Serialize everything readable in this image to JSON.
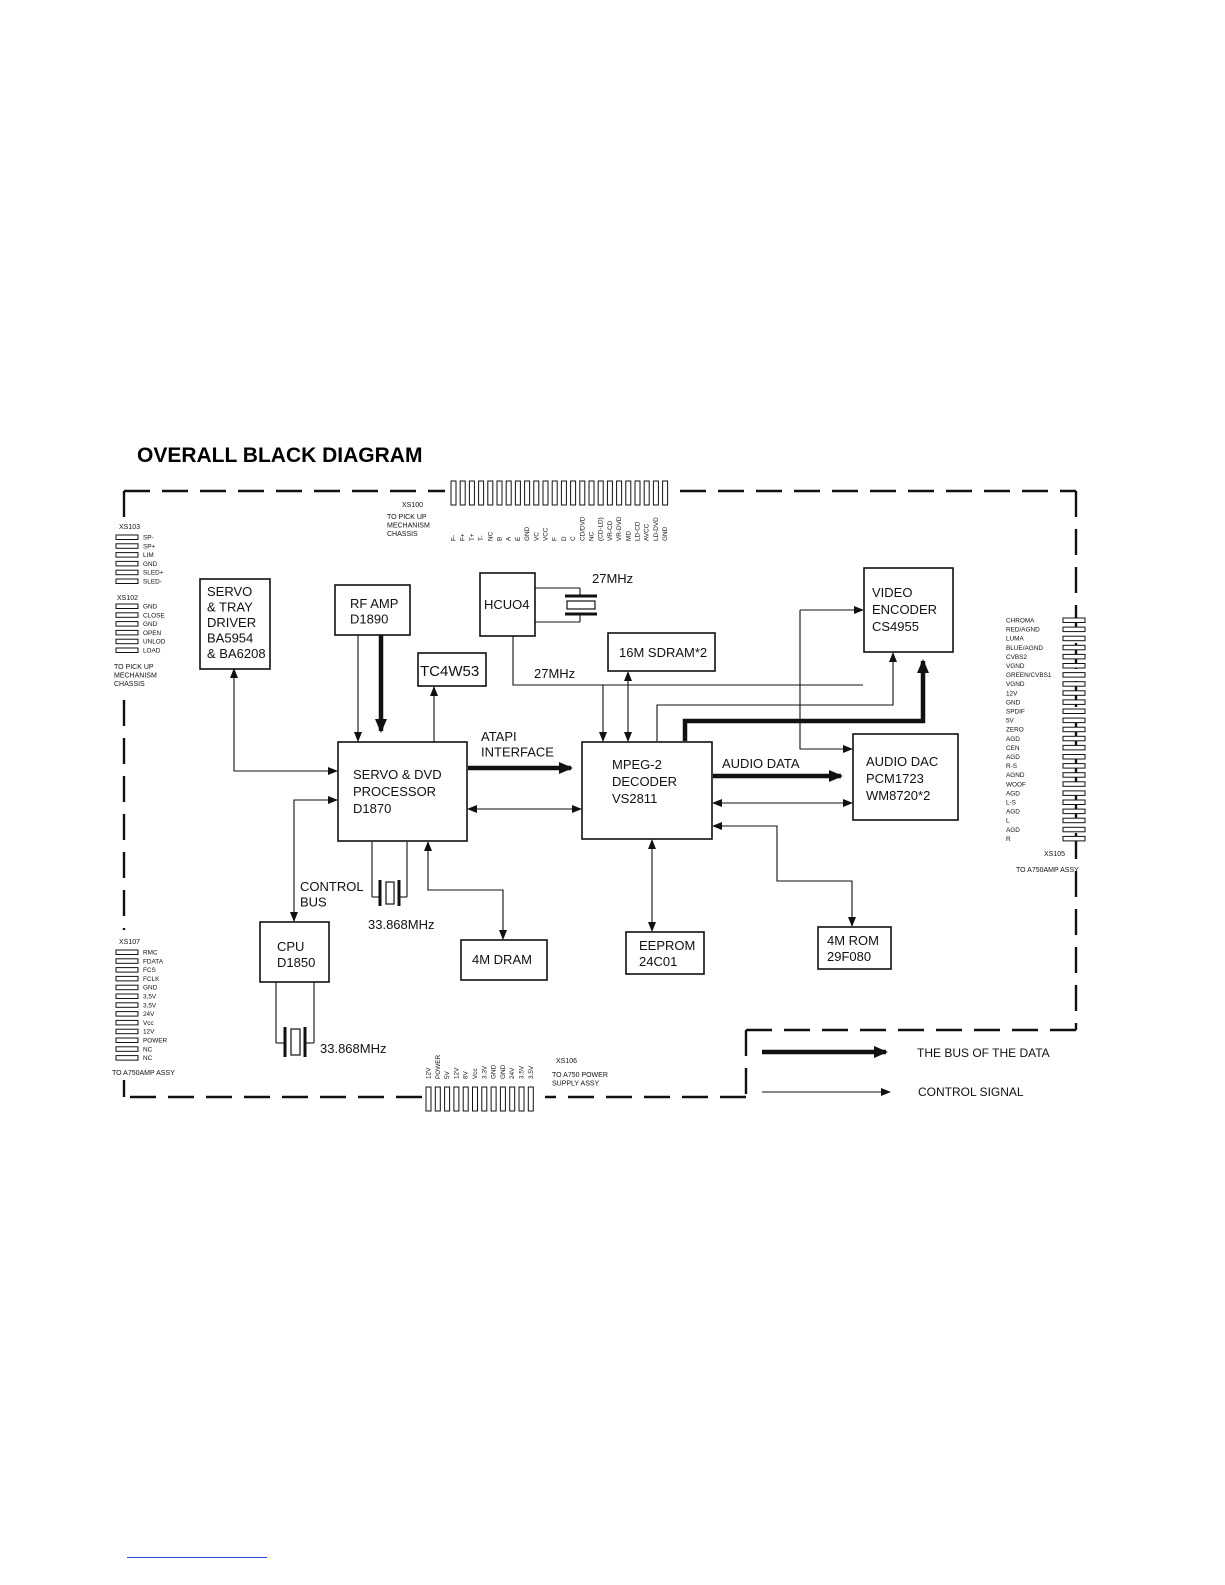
{
  "title": "OVERALL BLACK DIAGRAM",
  "blocks": {
    "servo_driver": [
      "SERVO",
      "& TRAY",
      "DRIVER",
      "BA5954",
      "& BA6208"
    ],
    "rf_amp": [
      "RF AMP",
      "D1890"
    ],
    "hcuo4": [
      "HCUO4"
    ],
    "tc4w53": [
      "TC4W53"
    ],
    "video_encoder": [
      "VIDEO",
      "ENCODER",
      "CS4955"
    ],
    "sdram": [
      "16M SDRAM*2"
    ],
    "servo_dvd": [
      "SERVO & DVD",
      "PROCESSOR",
      "D1870"
    ],
    "mpeg2": [
      "MPEG-2",
      "DECODER",
      "",
      "VS2811"
    ],
    "audio_dac": [
      "AUDIO DAC",
      "PCM1723",
      "WM8720*2"
    ],
    "cpu": [
      "CPU",
      "D1850"
    ],
    "dram": [
      "4M DRAM"
    ],
    "eeprom": [
      "EEPROM",
      "24C01"
    ],
    "rom": [
      "4M ROM",
      "29F080"
    ]
  },
  "labels": {
    "clk_27_top": "27MHz",
    "clk_27_line": "27MHz",
    "atapi": [
      "ATAPI",
      "INTERFACE"
    ],
    "audio_data": "AUDIO DATA",
    "control_bus": [
      "CONTROL",
      "BUS"
    ],
    "xtal_servo": "33.868MHz",
    "xtal_cpu": "33.868MHz"
  },
  "connectors": {
    "xs100": {
      "name": "XS100",
      "note": [
        "TO PICK UP",
        "MECHANISM",
        "CHASSIS"
      ],
      "pins": [
        "F-",
        "F+",
        "T+",
        "T-",
        "NC",
        "B",
        "A",
        "E",
        "GND",
        "VC",
        "VCC",
        "F",
        "D",
        "C",
        "CD/DVD",
        "NC",
        "(CD-LD)",
        "VR-CD",
        "VR-DVD",
        "MD",
        "LD-CD",
        "AVCC",
        "LD-DVD",
        "GND"
      ]
    },
    "xs103": {
      "name": "XS103",
      "pins": [
        "SP-",
        "SP+",
        "LIM",
        "GND",
        "SLED+",
        "SLED-"
      ]
    },
    "xs102": {
      "name": "XS102",
      "pins": [
        "GND",
        "CLOSE",
        "GND",
        "OPEN",
        "UNLOD",
        "LOAD"
      ],
      "note": [
        "TO PICK UP",
        "MECHANISM",
        "CHASSIS"
      ]
    },
    "xs105": {
      "name": "XS105",
      "note": "TO A750AMP ASSY",
      "pins": [
        "CHROMA",
        "RED/AGND",
        "LUMA",
        "BLUE/AGND",
        "CVBS2",
        "VGND",
        "GREEN/CVBS1",
        "VGND",
        "12V",
        "GND",
        "SPDIF",
        "5V",
        "ZERO",
        "AGD",
        "CEN",
        "AGD",
        "R-S",
        "AGND",
        "WOOF",
        "AGD",
        "L-S",
        "AGD",
        "L",
        "AGD",
        "R"
      ]
    },
    "xs107": {
      "name": "XS107",
      "note": "TO A750AMP ASSY",
      "pins": [
        "RMC",
        "FDATA",
        "FCS",
        "FCLK",
        "GND",
        "3,5V",
        "3,5V",
        "24V",
        "Vcc",
        "12V",
        "POWER",
        "NC",
        "NC"
      ]
    },
    "xs106": {
      "name": "XS106",
      "note": [
        "TO A750 POWER",
        "SUPPLY ASSY"
      ],
      "pins": [
        "12V",
        "POWER",
        "5V",
        "12V",
        "8V",
        "Vcc",
        "3.3V",
        "GND",
        "GND",
        "24V",
        "3.5V",
        "3.5V"
      ]
    }
  },
  "legend": {
    "bus": "THE BUS OF THE DATA",
    "control": "CONTROL SIGNAL"
  }
}
